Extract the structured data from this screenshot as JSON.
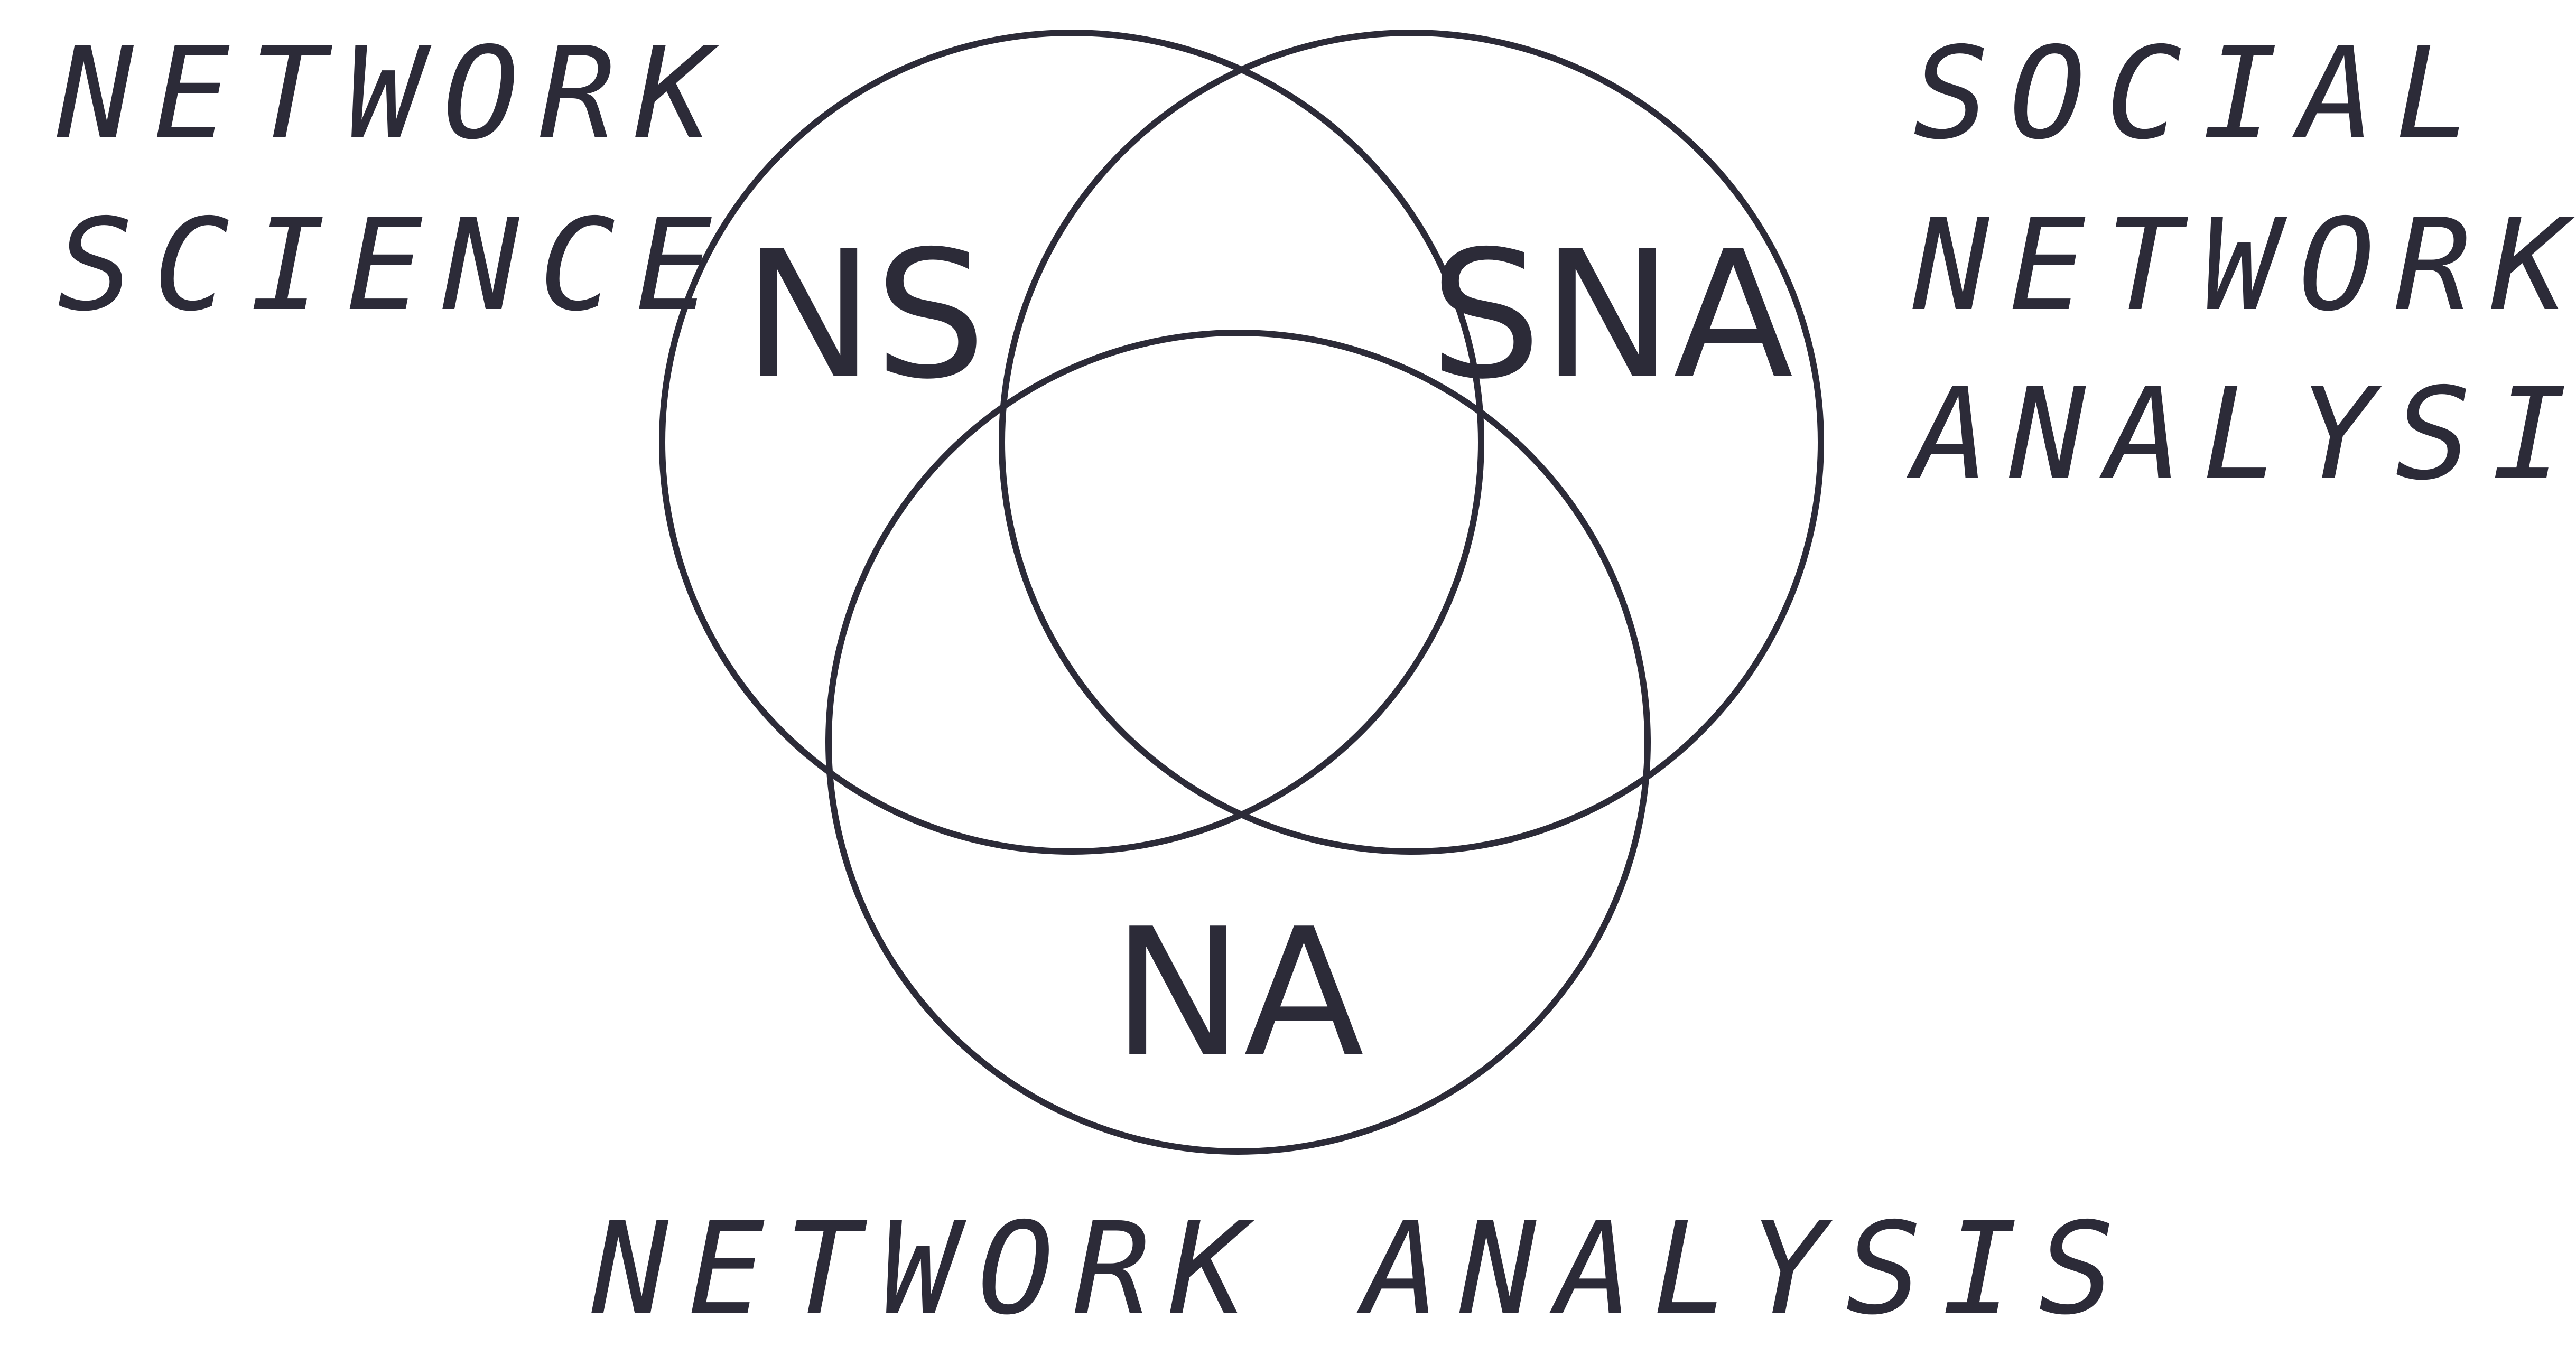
{
  "diagram": {
    "type": "venn",
    "regions": [
      {
        "abbreviation": "NS",
        "caption_lines": [
          "NETWORK",
          "SCIENCE"
        ]
      },
      {
        "abbreviation": "SNA",
        "caption_lines": [
          "SOCIAL",
          "NETWORK",
          "ANALYSIS"
        ]
      },
      {
        "abbreviation": "NA",
        "caption_lines": [
          "NETWORK ANALYSIS"
        ]
      }
    ],
    "stroke_color": "#2c2b38",
    "background_color": "#ffffff"
  }
}
